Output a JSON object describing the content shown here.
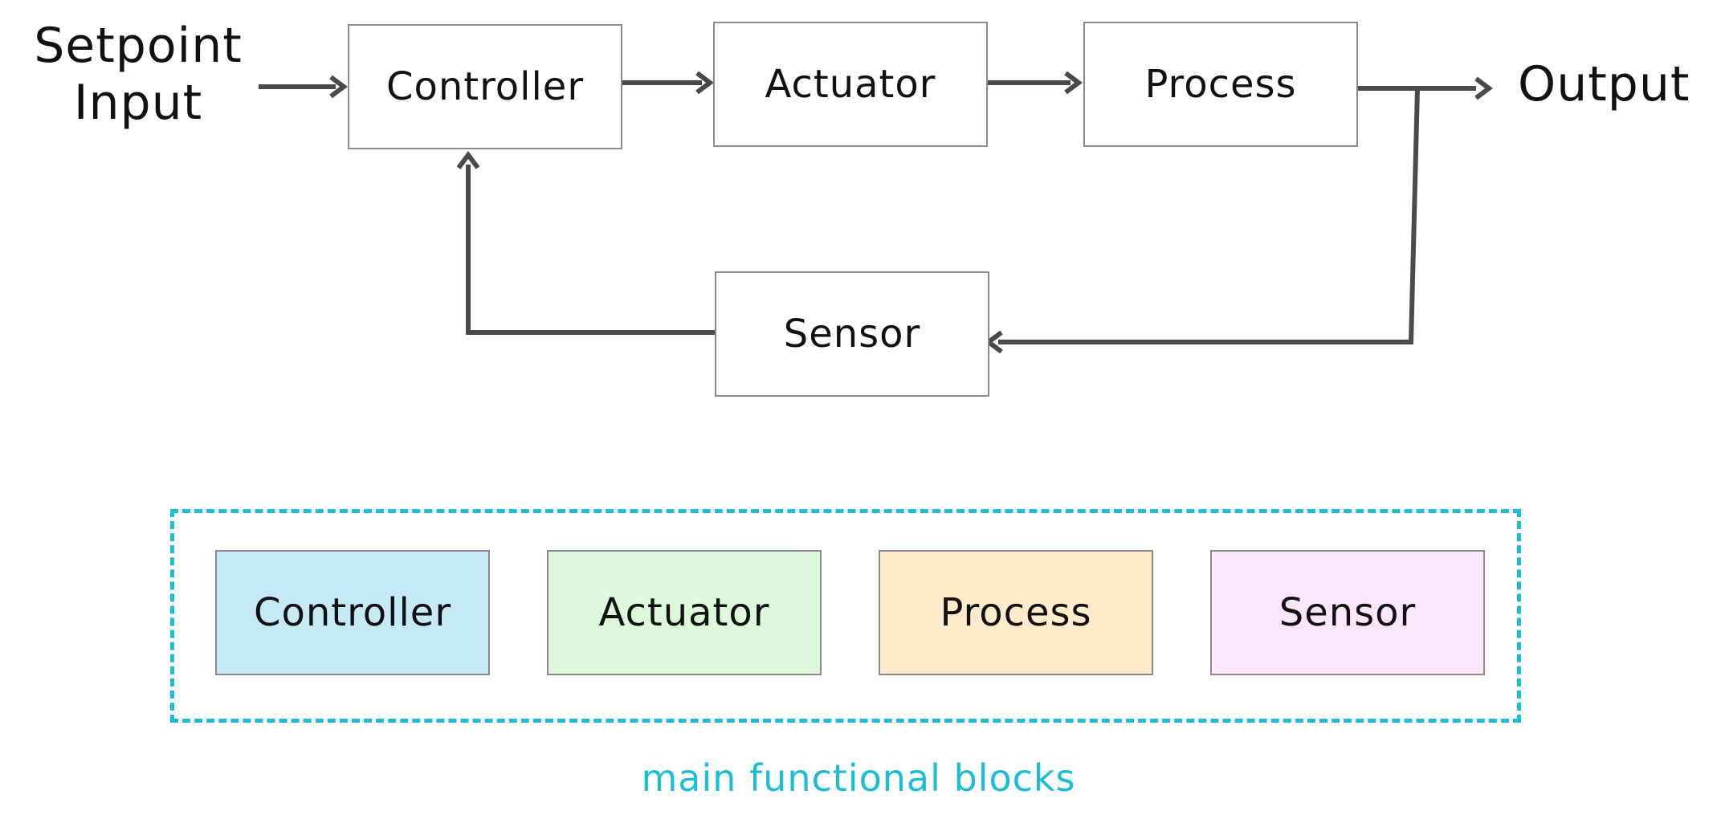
{
  "diagram": {
    "input_label_line1": "Setpoint",
    "input_label_line2": "Input",
    "output_label": "Output",
    "blocks": {
      "controller": "Controller",
      "actuator": "Actuator",
      "process": "Process",
      "sensor": "Sensor"
    }
  },
  "legend": {
    "caption": "main functional blocks",
    "frame_color": "#1bbdd6",
    "blocks": [
      {
        "label": "Controller",
        "color": "#c6e9f6"
      },
      {
        "label": "Actuator",
        "color": "#ddf9dc"
      },
      {
        "label": "Process",
        "color": "#fdebcc"
      },
      {
        "label": "Sensor",
        "color": "#fde6fc"
      }
    ]
  },
  "colors": {
    "line": "#4a4a4a",
    "block_border": "#8a8a8a"
  }
}
